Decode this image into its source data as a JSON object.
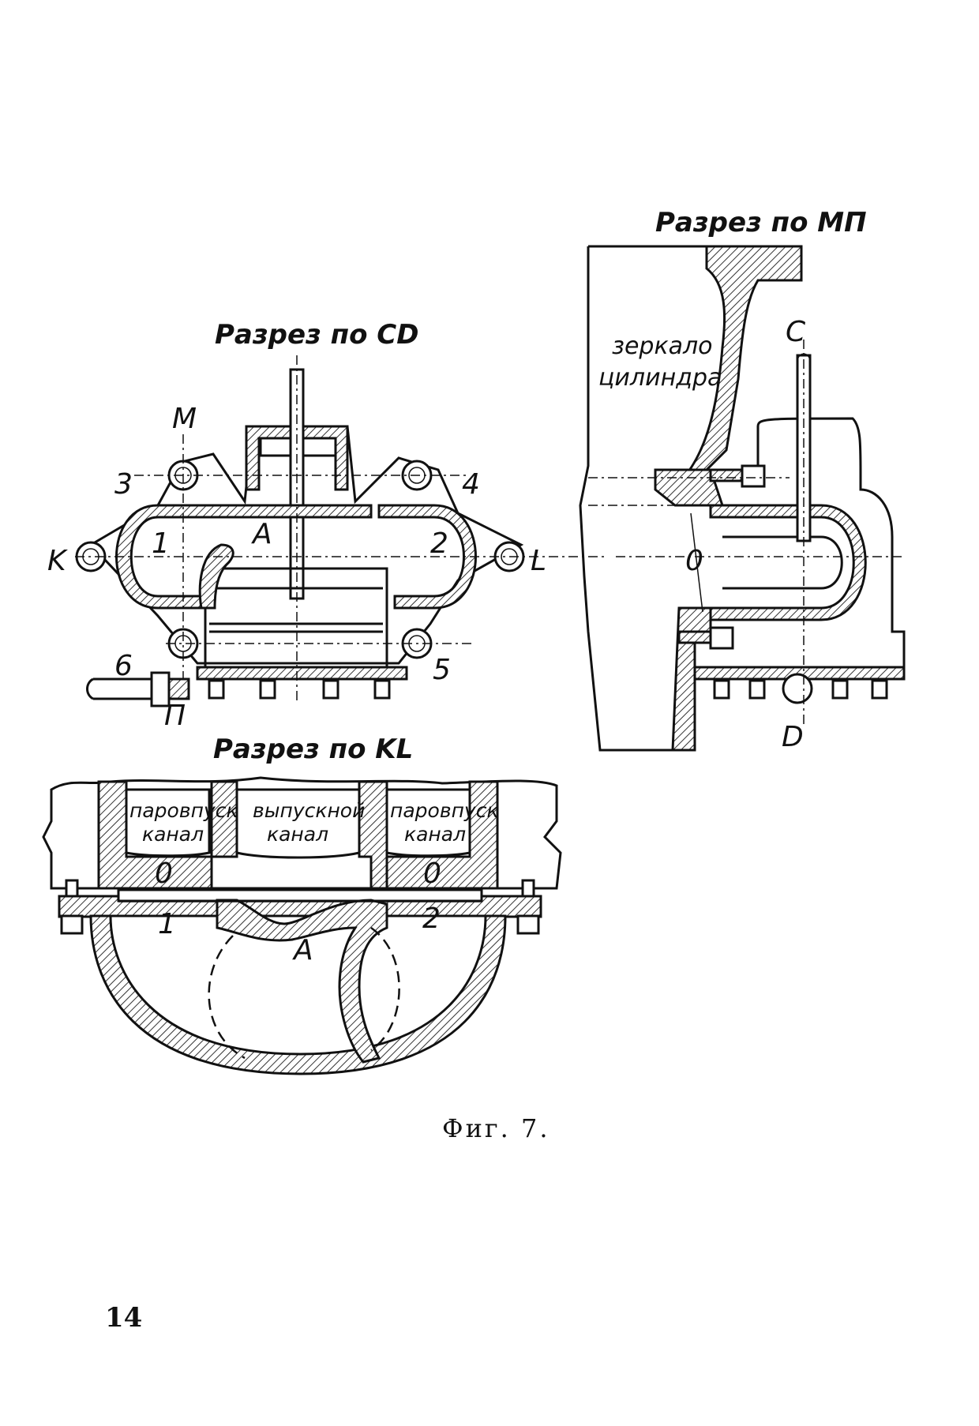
{
  "sections": {
    "cd": {
      "title": "Разрез по CD"
    },
    "mp": {
      "title": "Разрез по МП"
    },
    "kl": {
      "title": "Разрез по KL"
    }
  },
  "labels": {
    "M": "M",
    "K": "K",
    "L": "L",
    "P": "П",
    "n1": "1",
    "n2": "2",
    "n3": "3",
    "n4": "4",
    "n5": "5",
    "n6": "6",
    "A": "A",
    "C": "C",
    "D": "D",
    "zero": "0"
  },
  "mp_labels": {
    "mirror_line1": "зеркало",
    "mirror_line2": "цилиндра"
  },
  "kl_labels": {
    "inlet_left_line1": "паровпуск",
    "inlet_left_line2": "канал",
    "exhaust_line1": "выпускной",
    "exhaust_line2": "канал",
    "inlet_right_line1": "паровпуск",
    "inlet_right_line2": "канал"
  },
  "caption": "Фиг. 7.",
  "page_number": "14"
}
